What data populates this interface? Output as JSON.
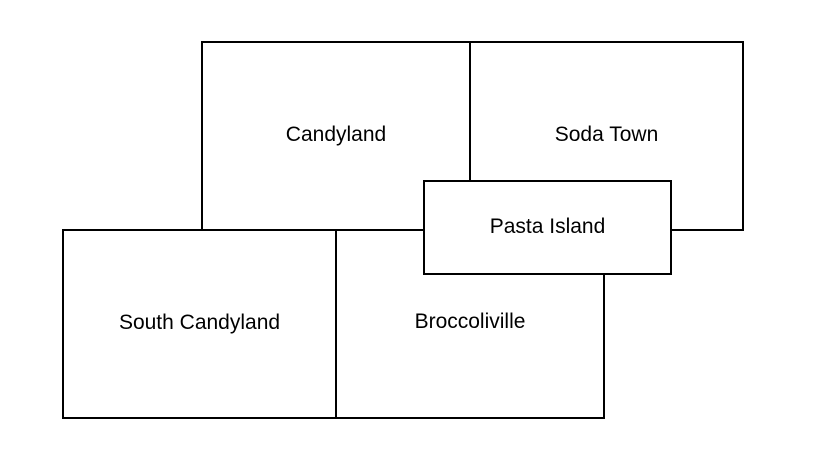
{
  "diagram": {
    "regions": [
      {
        "id": "candyland",
        "label": "Candyland"
      },
      {
        "id": "soda-town",
        "label": "Soda Town"
      },
      {
        "id": "south-candyland",
        "label": "South Candyland"
      },
      {
        "id": "broccoliville",
        "label": "Broccoliville"
      },
      {
        "id": "pasta-island",
        "label": "Pasta Island"
      }
    ]
  }
}
